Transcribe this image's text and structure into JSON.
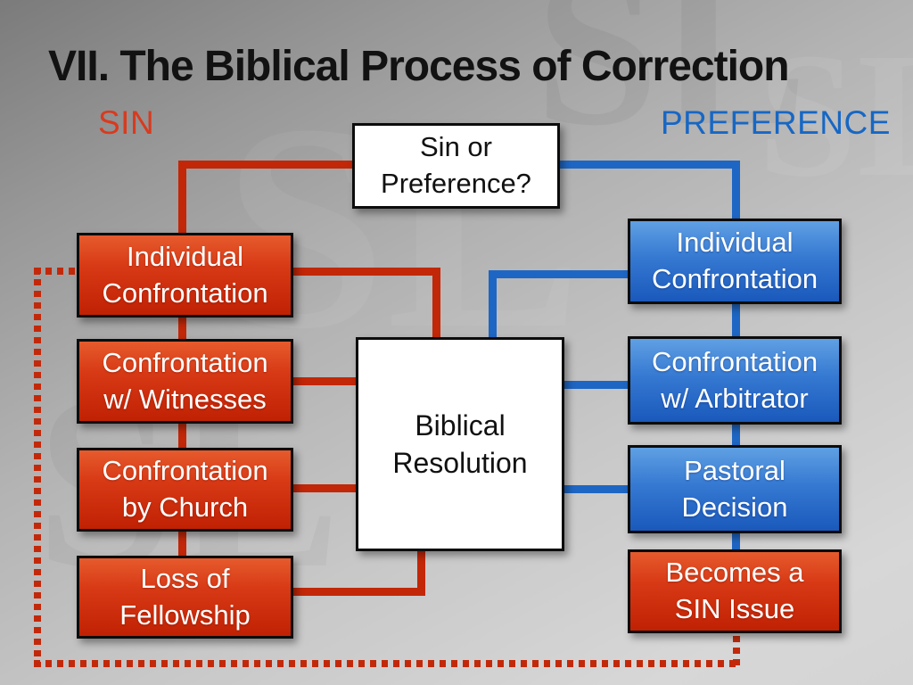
{
  "slide": {
    "title": "VII. The Biblical Process of Correction",
    "left_header": "SIN",
    "right_header": "PREFERENCE",
    "watermark_text": "SL"
  },
  "colors": {
    "sin_text": "#d93a1e",
    "preference_text": "#1767c4",
    "red_line": "#c22708",
    "blue_line": "#1e66c4",
    "dot_red": "#c2290a",
    "red_box_top": "#e65b2d",
    "red_box_bottom": "#c02103",
    "blue_box_top": "#60a0e3",
    "blue_box_bottom": "#1a59bb"
  },
  "nodes": {
    "decision": {
      "line1": "Sin or",
      "line2": "Preference?"
    },
    "resolution": {
      "line1": "Biblical",
      "line2": "Resolution"
    },
    "sin_steps": [
      {
        "line1": "Individual",
        "line2": "Confrontation"
      },
      {
        "line1": "Confrontation",
        "line2": "w/ Witnesses"
      },
      {
        "line1": "Confrontation",
        "line2": "by Church"
      },
      {
        "line1": "Loss of",
        "line2": "Fellowship"
      }
    ],
    "preference_steps": [
      {
        "line1": "Individual",
        "line2": "Confrontation"
      },
      {
        "line1": "Confrontation",
        "line2": "w/ Arbitrator"
      },
      {
        "line1": "Pastoral",
        "line2": "Decision"
      },
      {
        "line1": "Becomes a",
        "line2": "SIN Issue"
      }
    ]
  }
}
